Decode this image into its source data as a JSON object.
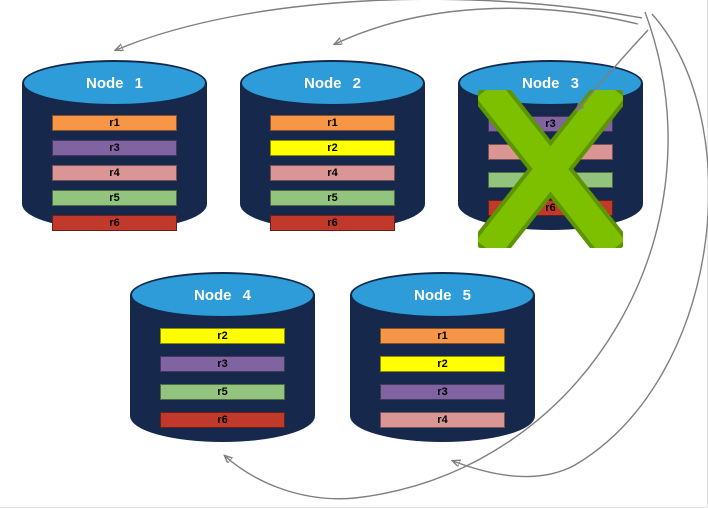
{
  "diagram": {
    "type": "database-replication-failure-diagram",
    "nodes": [
      {
        "id": "node-1",
        "label": "Node 1",
        "failed": false,
        "replicas": [
          {
            "name": "r1",
            "color": "#F79646"
          },
          {
            "name": "r3",
            "color": "#8064A2"
          },
          {
            "name": "r4",
            "color": "#D99694"
          },
          {
            "name": "r5",
            "color": "#93C47D"
          },
          {
            "name": "r6",
            "color": "#C0392B"
          }
        ]
      },
      {
        "id": "node-2",
        "label": "Node 2",
        "failed": false,
        "replicas": [
          {
            "name": "r1",
            "color": "#F79646"
          },
          {
            "name": "r2",
            "color": "#FFFF00"
          },
          {
            "name": "r4",
            "color": "#D99694"
          },
          {
            "name": "r5",
            "color": "#93C47D"
          },
          {
            "name": "r6",
            "color": "#C0392B"
          }
        ]
      },
      {
        "id": "node-3",
        "label": "Node 3",
        "failed": true,
        "replicas": [
          {
            "name": "r3",
            "color": "#8064A2"
          },
          {
            "name": "r4",
            "color": "#D99694"
          },
          {
            "name": "r5",
            "color": "#93C47D"
          },
          {
            "name": "r6",
            "color": "#C0392B"
          }
        ]
      },
      {
        "id": "node-4",
        "label": "Node 4",
        "failed": false,
        "replicas": [
          {
            "name": "r2",
            "color": "#FFFF00"
          },
          {
            "name": "r3",
            "color": "#8064A2"
          },
          {
            "name": "r5",
            "color": "#93C47D"
          },
          {
            "name": "r6",
            "color": "#C0392B"
          }
        ]
      },
      {
        "id": "node-5",
        "label": "Node 5",
        "failed": false,
        "replicas": [
          {
            "name": "r1",
            "color": "#F79646"
          },
          {
            "name": "r2",
            "color": "#FFFF00"
          },
          {
            "name": "r3",
            "color": "#8064A2"
          },
          {
            "name": "r4",
            "color": "#D99694"
          }
        ]
      }
    ],
    "arrows": [
      {
        "from": "node-3",
        "to": "node-1"
      },
      {
        "from": "node-3",
        "to": "node-2"
      },
      {
        "from": "node-3",
        "to": "node-3"
      },
      {
        "from": "node-3",
        "to": "node-4"
      },
      {
        "from": "node-3",
        "to": "node-5"
      }
    ],
    "colors": {
      "cylinder_body": "#16294D",
      "cylinder_top": "#2D9CD8",
      "arrow": "#7F7F7F",
      "failure_x": "#7CC000",
      "bar_text": "#000000",
      "node_label_text": "#FFFFFF"
    }
  }
}
